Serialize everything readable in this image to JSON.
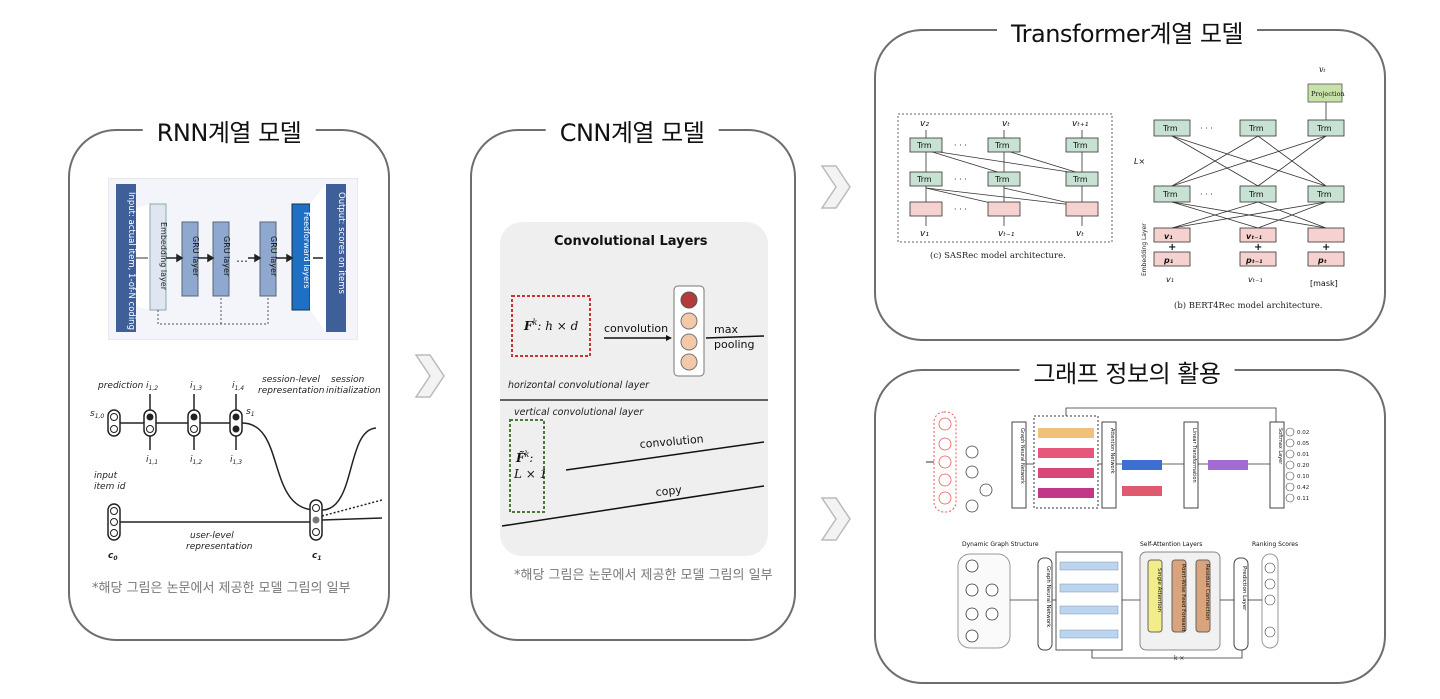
{
  "sections": {
    "rnn": {
      "title": "RNN계열 모델",
      "note": "*해당 그림은 논문에서 제공한 모델 그림의 일부",
      "gru4rec": {
        "input_label": "Input: actual item, 1-of-N coding",
        "embedding_label": "Embedding layer",
        "gru_label": "GRU layer",
        "dots": "…",
        "feedforward_label": "Feedforward layers",
        "output_label": "Output: scores on items"
      },
      "hrnn": {
        "prediction": "prediction",
        "s10": "s",
        "s10_sub": "1,0",
        "i12": "i",
        "i12_sub": "1,2",
        "i13": "i",
        "i13_sub": "1,3",
        "i14": "i",
        "i14_sub": "1,4",
        "s1": "s",
        "s1_sub": "1",
        "session_level": "session-level",
        "session_level2": "representation",
        "session_init": "session",
        "session_init2": "initialization",
        "input_item": "input",
        "input_item2": "item id",
        "in1": "i",
        "in1_sub": "1,1",
        "in2": "i",
        "in2_sub": "1,2",
        "in3": "i",
        "in3_sub": "1,3",
        "c0": "c",
        "c0_sub": "0",
        "c1": "c",
        "c1_sub": "1",
        "user_level": "user-level",
        "user_level2": "representation"
      }
    },
    "cnn": {
      "title": "CNN계열 모델",
      "note": "*해당 그림은 논문에서 제공한 모델 그림의 일부",
      "heading": "Convolutional Layers",
      "fk": "F",
      "fk_sup": "k",
      "fk_dims": ": h × d",
      "convolution": "convolution",
      "max_pooling": "max",
      "max_pooling2": "pooling",
      "horizontal": "horizontal convolutional layer",
      "vertical": "vertical convolutional layer",
      "fk2": "F̃",
      "fk2_sup": "k",
      "fk2_dims": ":",
      "fk2_dims2": "L × 1",
      "convolution2": "convolution",
      "copy": "copy"
    },
    "transformer": {
      "title": "Transformer계열 모델",
      "sasrec_caption": "(c) SASRec model architecture.",
      "bert_caption": "(b) BERT4Rec model architecture.",
      "trm": "Trm",
      "dots": "· · ·",
      "v2": "v₂",
      "vt": "vₜ",
      "vt1": "vₜ₊₁",
      "v1": "v₁",
      "vtm1": "vₜ₋₁",
      "lx": "L×",
      "projection": "Projection",
      "embedding_layer": "Embedding Layer",
      "mask": "[mask]",
      "p1": "p₁",
      "ptm1": "pₜ₋₁",
      "pt": "pₜ"
    },
    "graph": {
      "title": "그래프 정보의 활용",
      "gnn": "Graph Neural Network",
      "attention": "Attention Network",
      "linear": "Linear Transformation",
      "softmax": "Softmax Layer",
      "scores": [
        "0.02",
        "0.05",
        "0.01",
        "0.20",
        "0.10",
        "0.42",
        "0.11"
      ],
      "dynamic_graph": "Dynamic Graph Structure",
      "self_attention": "Self-Attention Layers",
      "ranking": "Ranking Scores",
      "single_attention": "Single Attention",
      "pwff": "Point-Wise Feed Forward",
      "residual": "Residual Connection",
      "prediction_layer": "Prediction Layer",
      "kx": "k ×"
    }
  }
}
